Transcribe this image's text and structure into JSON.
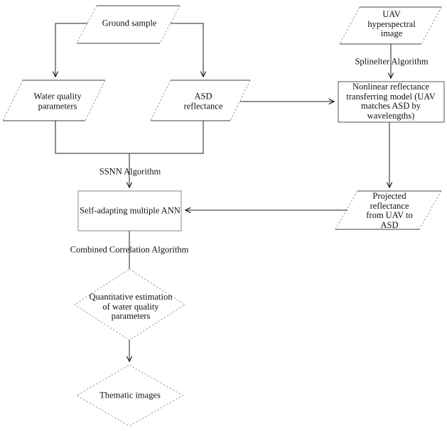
{
  "colors": {
    "line": "#1f1f1f",
    "text": "#111111",
    "background": "#ffffff",
    "solid_border": "#3f3f3f",
    "dashed_border": "#999999",
    "ann_box_border": "#8a8a8a"
  },
  "nodes": {
    "ground_sample": {
      "shape": "parallelogram",
      "label": "Ground sample"
    },
    "uav_image": {
      "shape": "parallelogram",
      "label": "UAV\nhyperspectral\nimage"
    },
    "water_quality": {
      "shape": "parallelogram",
      "label": "Water quality\nparameters"
    },
    "asd_reflectance": {
      "shape": "parallelogram",
      "label": "ASD\nreflectance"
    },
    "nonlinear_model": {
      "shape": "rectangle",
      "label": "Nonlinear reflectance\ntransferring model (UAV\nmatches ASD by\nwavelengths)"
    },
    "projected_reflectance": {
      "shape": "parallelogram",
      "label": "Projected\nreflectance\nfrom UAV to\nASD"
    },
    "ann": {
      "shape": "rectangle",
      "label": "Self-adapting multiple ANN"
    },
    "quantitative_estimation": {
      "shape": "diamond",
      "label": "Quantitative estimation\nof water quality\nparameters"
    },
    "thematic_images": {
      "shape": "diamond",
      "label": "Thematic images"
    }
  },
  "edge_labels": {
    "splinelter": "Splinelter Algorithm",
    "ssnn": "SSNN Algorithm",
    "combined": "Combined Correlation Algorithm"
  }
}
